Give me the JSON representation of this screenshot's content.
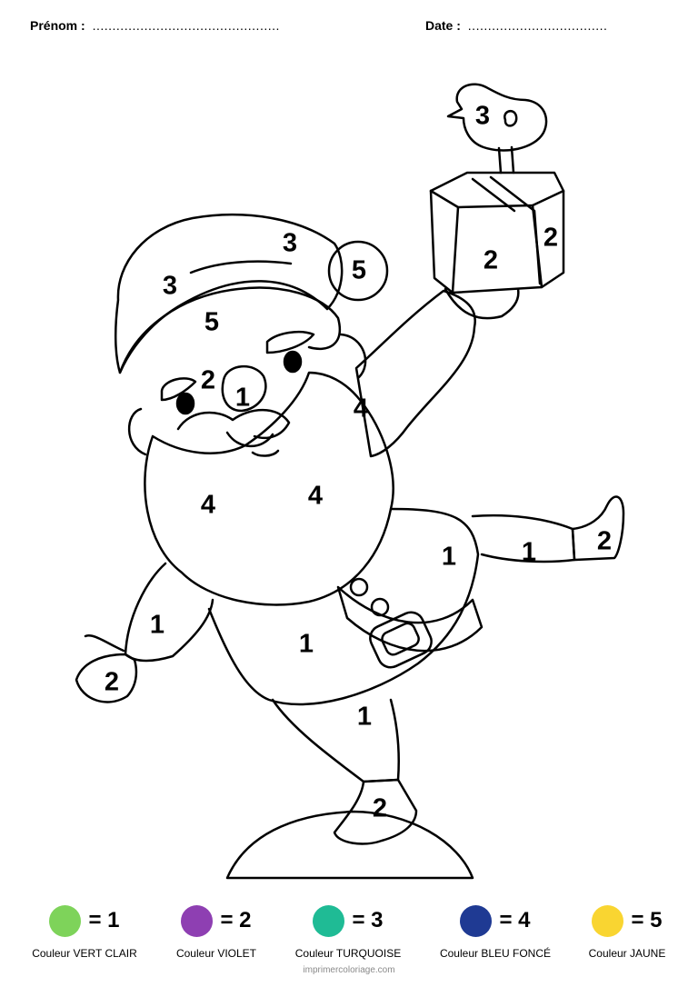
{
  "header": {
    "prenom_label": "Prénom :",
    "prenom_dots": "...............................................",
    "date_label": "Date :",
    "date_dots": "..................................."
  },
  "drawing": {
    "numbers": [
      {
        "value": "3"
      },
      {
        "value": "3"
      },
      {
        "value": "5"
      },
      {
        "value": "5"
      },
      {
        "value": "2"
      },
      {
        "value": "1"
      },
      {
        "value": "4"
      },
      {
        "value": "4"
      },
      {
        "value": "4"
      },
      {
        "value": "3"
      },
      {
        "value": "2"
      },
      {
        "value": "2"
      },
      {
        "value": "1"
      },
      {
        "value": "1"
      },
      {
        "value": "2"
      },
      {
        "value": "1"
      },
      {
        "value": "2"
      },
      {
        "value": "1"
      },
      {
        "value": "1"
      },
      {
        "value": "2"
      }
    ]
  },
  "legend": [
    {
      "equals": "= 1",
      "caption": "Couleur VERT CLAIR",
      "color": "#7ed35a"
    },
    {
      "equals": "= 2",
      "caption": "Couleur VIOLET",
      "color": "#8e3fb2"
    },
    {
      "equals": "= 3",
      "caption": "Couleur TURQUOISE",
      "color": "#1fbb95"
    },
    {
      "equals": "= 4",
      "caption": "Couleur BLEU FONCÉ",
      "color": "#1f3a93"
    },
    {
      "equals": "= 5",
      "caption": "Couleur JAUNE",
      "color": "#f9d531"
    }
  ],
  "footer": {
    "site": "imprimercoloriage.com"
  }
}
